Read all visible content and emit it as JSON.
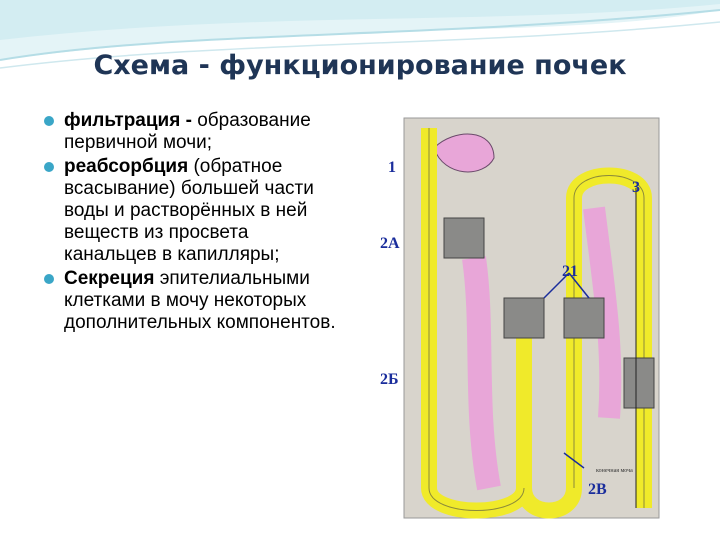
{
  "title": "Схема - функционирование почек",
  "bullets": [
    {
      "bold": "фильтрация -",
      "text": "образование первичной мочи;"
    },
    {
      "bold": "реабсорбция",
      "text": "(обратное всасывание) большей части воды и растворённых в ней веществ из просвета канальцев в капилляры;"
    },
    {
      "bold": "Секреция",
      "text": "эпителиальными клетками в мочу некоторых дополнительных компонентов."
    }
  ],
  "diagram": {
    "labels": [
      "1",
      "2A",
      "2Б",
      "21",
      "3",
      "2В"
    ],
    "caption": "конечная моча"
  },
  "colors": {
    "accent": "#3aa6c7",
    "title": "#1f3556",
    "tubule": "#f0ea2a",
    "capillary": "#e8a6d8"
  }
}
